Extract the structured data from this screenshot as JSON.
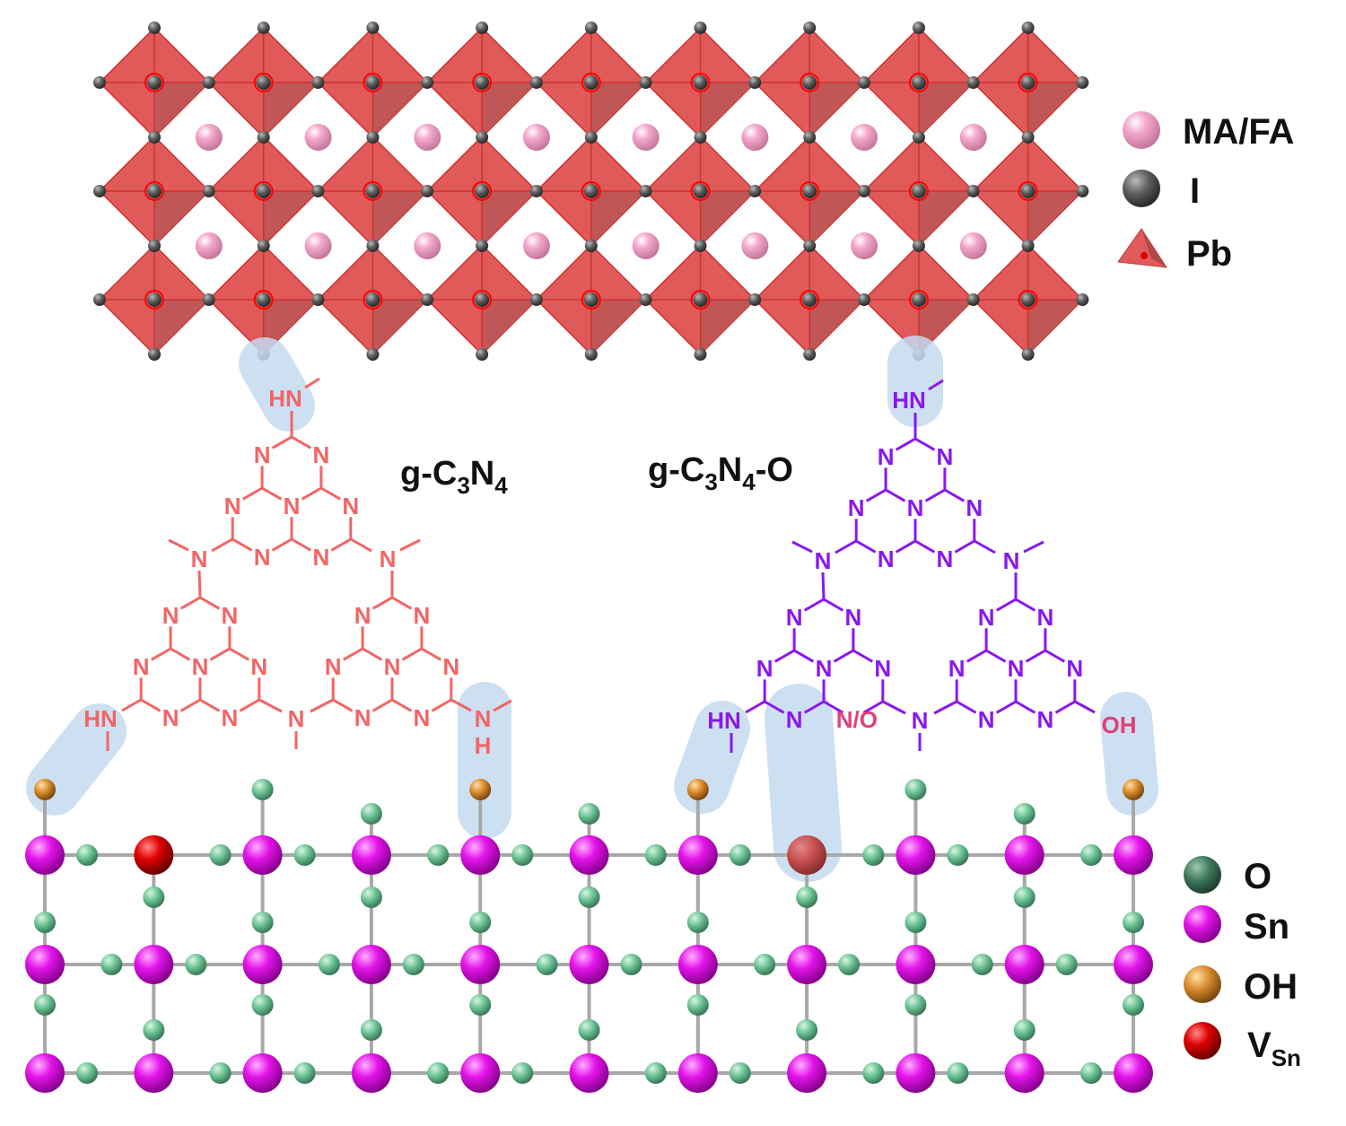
{
  "titles": {
    "left": {
      "base": "g-C",
      "sub1": "3",
      "mid": "N",
      "sub2": "4",
      "tail": ""
    },
    "right": {
      "base": "g-C",
      "sub1": "3",
      "mid": "N",
      "sub2": "4",
      "tail": "-O"
    }
  },
  "legend_top": [
    {
      "label": "MA/FA",
      "symbol": "pink-sphere"
    },
    {
      "label": "I",
      "symbol": "gray-sphere"
    },
    {
      "label": "Pb",
      "symbol": "red-octahedron"
    }
  ],
  "legend_bottom": [
    {
      "label": "O",
      "sub": "",
      "symbol": "green-sphere"
    },
    {
      "label": "Sn",
      "sub": "",
      "symbol": "magenta-sphere"
    },
    {
      "label": "OH",
      "sub": "",
      "symbol": "orange-sphere"
    },
    {
      "label": "V",
      "sub": "Sn",
      "symbol": "red-sphere"
    }
  ],
  "atom_labels": {
    "N": "N",
    "HN": "HN",
    "H": "H",
    "NO": "N/O",
    "OH": "OH"
  },
  "colors": {
    "octahedron": "#e05a5a",
    "octahedron_dark": "#b85555",
    "iodide": "#5a5a5a",
    "cation": "#f2a6c8",
    "left_molecule": "#f26565",
    "right_molecule": "#8a17ee",
    "substituent_pink": "#e0407a",
    "highlight": "#c5dbf0",
    "sn": "#e010e6",
    "o": "#6cc494",
    "oh": "#d98a2a",
    "vacancy": "#d40000",
    "bond": "#a8a8a8"
  }
}
